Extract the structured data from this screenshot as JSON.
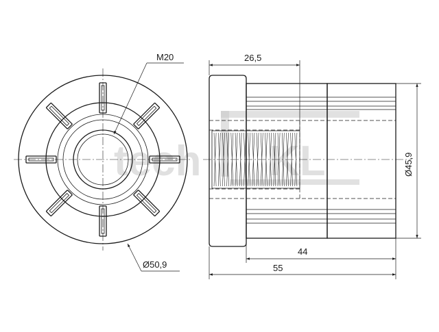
{
  "drawing": {
    "watermark_text": "tech",
    "watermark_brand": "KL",
    "front_view": {
      "thread_label": "M20",
      "outer_diameter_label": "Ø50,9"
    },
    "side_view": {
      "cap_length_label": "26,5",
      "diameter_label": "Ø45,9",
      "body_length_label": "44",
      "total_length_label": "55"
    }
  }
}
